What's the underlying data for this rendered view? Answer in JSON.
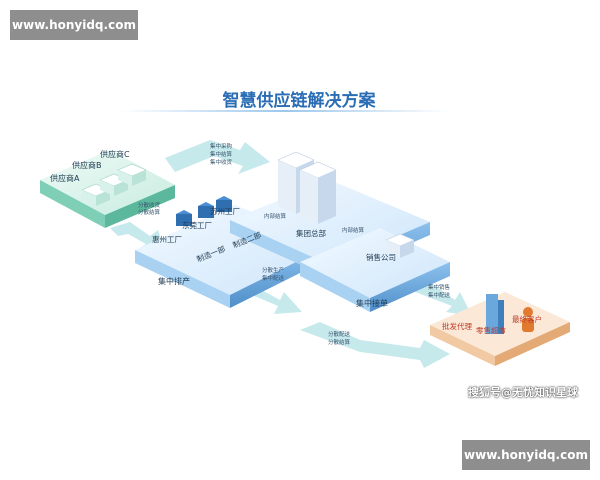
{
  "watermark_top": "www.honyidq.com",
  "watermark_bottom": "www.honyidq.com",
  "credit": "搜狐号@无忧知识星球",
  "title": "智慧供应链解决方案",
  "nodes": {
    "supplier_c": "供应商C",
    "supplier_b": "供应商B",
    "supplier_a": "供应商A",
    "suzhou": "苏州工厂",
    "dongguan": "东莞工厂",
    "huizhou": "惠州工厂",
    "mfg1": "制造一部",
    "mfg2": "制造二部",
    "group_hq": "集团总部",
    "sales_co": "销售公司",
    "central_schedule": "集中排产",
    "central_orders": "集中接单",
    "dealer": "批发代理",
    "retail": "零售超市",
    "end_customer": "最终客户"
  },
  "flow_labels": {
    "top_flow": [
      "集中采购",
      "集中结算",
      "集中收货"
    ],
    "left_flow": [
      "分散收货",
      "分散结算"
    ],
    "internal_settle_left": "内部结算",
    "internal_settle_right": "内部结算",
    "mid_flow": [
      "分散生产",
      "集中配送"
    ],
    "right_flow": [
      "集中销售",
      "集中配送"
    ],
    "bottom_flow": [
      "分散配送",
      "分散结算"
    ]
  },
  "colors": {
    "title": "#2a6db4",
    "platform_top": "#dcefff",
    "platform_side": "#7fb6e6",
    "arrow": "#b8e3e8",
    "customer_platform": "#f6dcc4"
  }
}
